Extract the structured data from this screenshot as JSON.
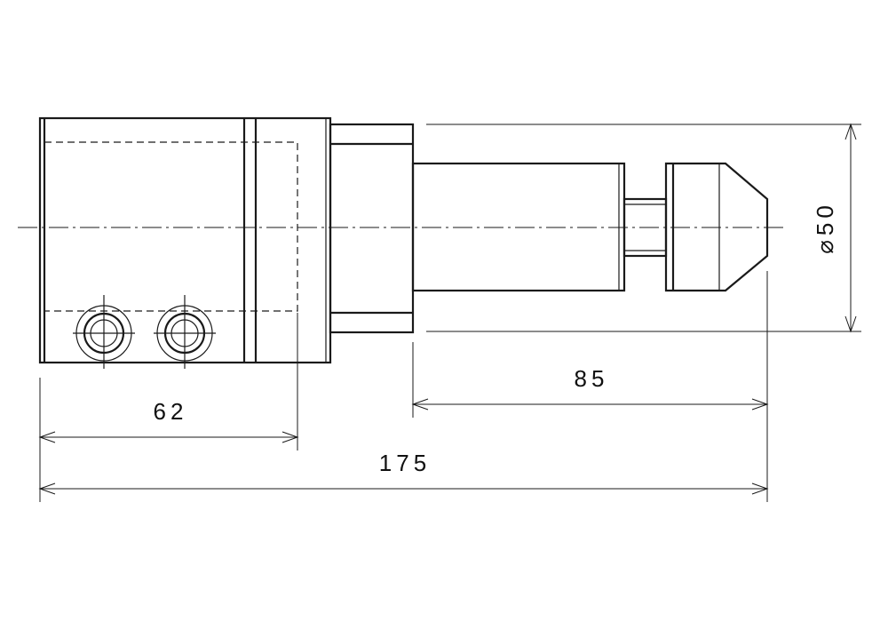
{
  "dimensions": {
    "clamp_length": "62",
    "pilot_length": "85",
    "overall_length": "175",
    "diameter": "⌀50"
  }
}
